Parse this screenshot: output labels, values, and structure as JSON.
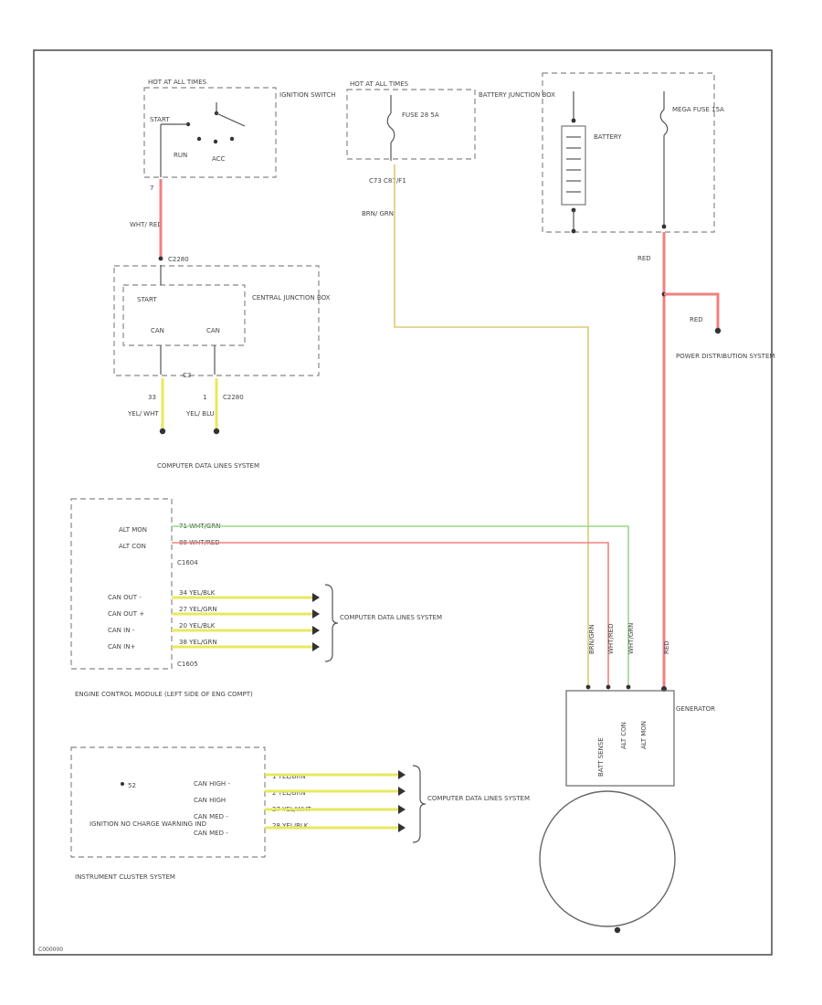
{
  "corner_code": "C000000",
  "ignition": {
    "box_label": "HOT AT ALL TIMES",
    "name": "IGNITION SWITCH",
    "start": "START",
    "run": "RUN",
    "acc": "ACC",
    "pin": "7",
    "wire": "WHT/ RED"
  },
  "fuse_box": {
    "box_label": "HOT AT ALL TIMES",
    "name": "BATTERY JUNCTION BOX",
    "fuse": "FUSE 28 5A",
    "connector": "C73 C87/F1",
    "wire": "BRN/ GRN"
  },
  "battery": {
    "label": "BATTERY",
    "mega_fuse": "MEGA FUSE 15A",
    "wire": "RED"
  },
  "power_dist": {
    "wire": "RED",
    "label": "POWER DISTRIBUTION SYSTEM"
  },
  "cjb": {
    "connector_top": "C2280",
    "name": "CENTRAL JUNCTION BOX",
    "start": "START",
    "can1": "CAN",
    "can2": "CAN",
    "pin_left": "33",
    "pin_right": "1",
    "conn_bottom_left": "C3",
    "conn_bottom_right": "C2280",
    "wire_left": "YEL/ WHT",
    "wire_right": "YEL/ BLU"
  },
  "comp_data_top": "COMPUTER DATA LINES SYSTEM",
  "ecm": {
    "alt_mon": "ALT MON",
    "alt_con": "ALT CON",
    "conn1": "C1604",
    "conn2": "C1605",
    "wire_mon": "71  WHT/GRN",
    "wire_con": "88  WHT/RED",
    "can_pins": [
      {
        "label": "CAN OUT -",
        "wire": "34  YEL/BLK"
      },
      {
        "label": "CAN OUT +",
        "wire": "27  YEL/GRN"
      },
      {
        "label": "CAN IN -",
        "wire": "20  YEL/BLK"
      },
      {
        "label": "CAN IN+",
        "wire": "38  YEL/GRN"
      }
    ],
    "comp_data": "COMPUTER DATA LINES SYSTEM",
    "name": "ENGINE CONTROL MODULE (LEFT SIDE OF ENG COMPT)"
  },
  "cluster": {
    "pin_top": "52",
    "lamp_label": "IGNITION NO CHARGE WARNING IND",
    "can_pins": [
      {
        "label": "CAN HIGH -",
        "wire": "1  YEL/BRN"
      },
      {
        "label": "CAN HIGH",
        "wire": "2  YEL/BRN"
      },
      {
        "label": "CAN MED -",
        "wire": "27  YEL/WHT"
      },
      {
        "label": "CAN MED -",
        "wire": "28  YEL/BLK"
      }
    ],
    "comp_data": "COMPUTER DATA LINES SYSTEM",
    "name": "INSTRUMENT CLUSTER SYSTEM"
  },
  "generator": {
    "label": "GENERATOR",
    "terminals": [
      "BATT SENSE",
      "ALT CON",
      "ALT MON"
    ],
    "vwires": [
      "BRN/GRN",
      "WHT/RED",
      "WHT/GRN",
      "RED"
    ]
  }
}
